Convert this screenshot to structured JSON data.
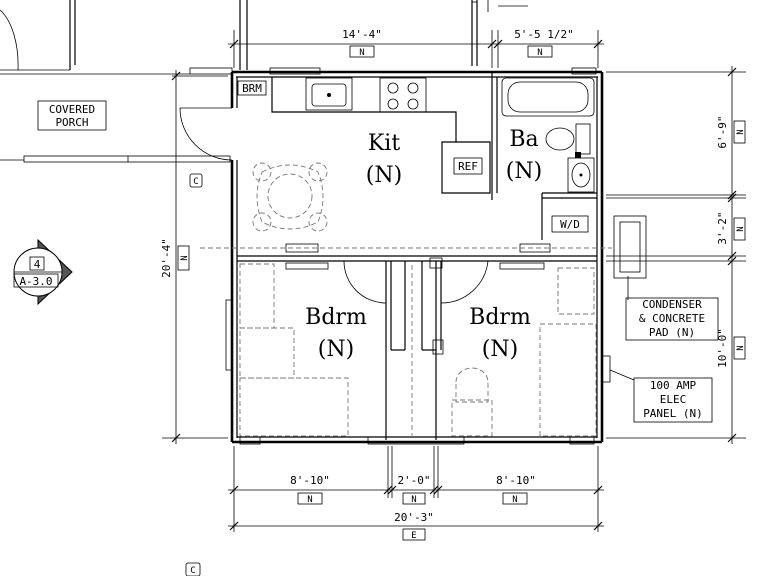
{
  "rooms": {
    "kitchen": {
      "name": "Kit",
      "tag": "(N)"
    },
    "bath": {
      "name": "Ba",
      "tag": "(N)"
    },
    "bedroom_left": {
      "name": "Bdrm",
      "tag": "(N)"
    },
    "bedroom_right": {
      "name": "Bdrm",
      "tag": "(N)"
    }
  },
  "fixtures": {
    "brm": "BRM",
    "ref": "REF",
    "wd": "W/D"
  },
  "labels": {
    "porch_line1": "COVERED",
    "porch_line2": "PORCH",
    "condenser_line1": "CONDENSER",
    "condenser_line2": "& CONCRETE",
    "condenser_line3": "PAD (N)",
    "elec_line1": "100 AMP",
    "elec_line2": "ELEC",
    "elec_line3": "PANEL (N)",
    "section_number": "4",
    "section_sheet": "A-3.0",
    "column_marker": "C"
  },
  "dimensions": {
    "top_left": {
      "value": "14'-4\"",
      "tag": "N"
    },
    "top_right": {
      "value": "5'-5 1/2\"",
      "tag": "N"
    },
    "right_top": {
      "value": "6'-9\"",
      "tag": "N"
    },
    "right_mid": {
      "value": "3'-2\"",
      "tag": "N"
    },
    "right_bottom": {
      "value": "10'-0\"",
      "tag": "N"
    },
    "left": {
      "value": "20'-4\"",
      "tag": "N"
    },
    "bottom_left": {
      "value": "8'-10\"",
      "tag": "N"
    },
    "bottom_mid": {
      "value": "2'-0\"",
      "tag": "N"
    },
    "bottom_right": {
      "value": "8'-10\"",
      "tag": "N"
    },
    "bottom_total": {
      "value": "20'-3\"",
      "tag": "E"
    }
  }
}
